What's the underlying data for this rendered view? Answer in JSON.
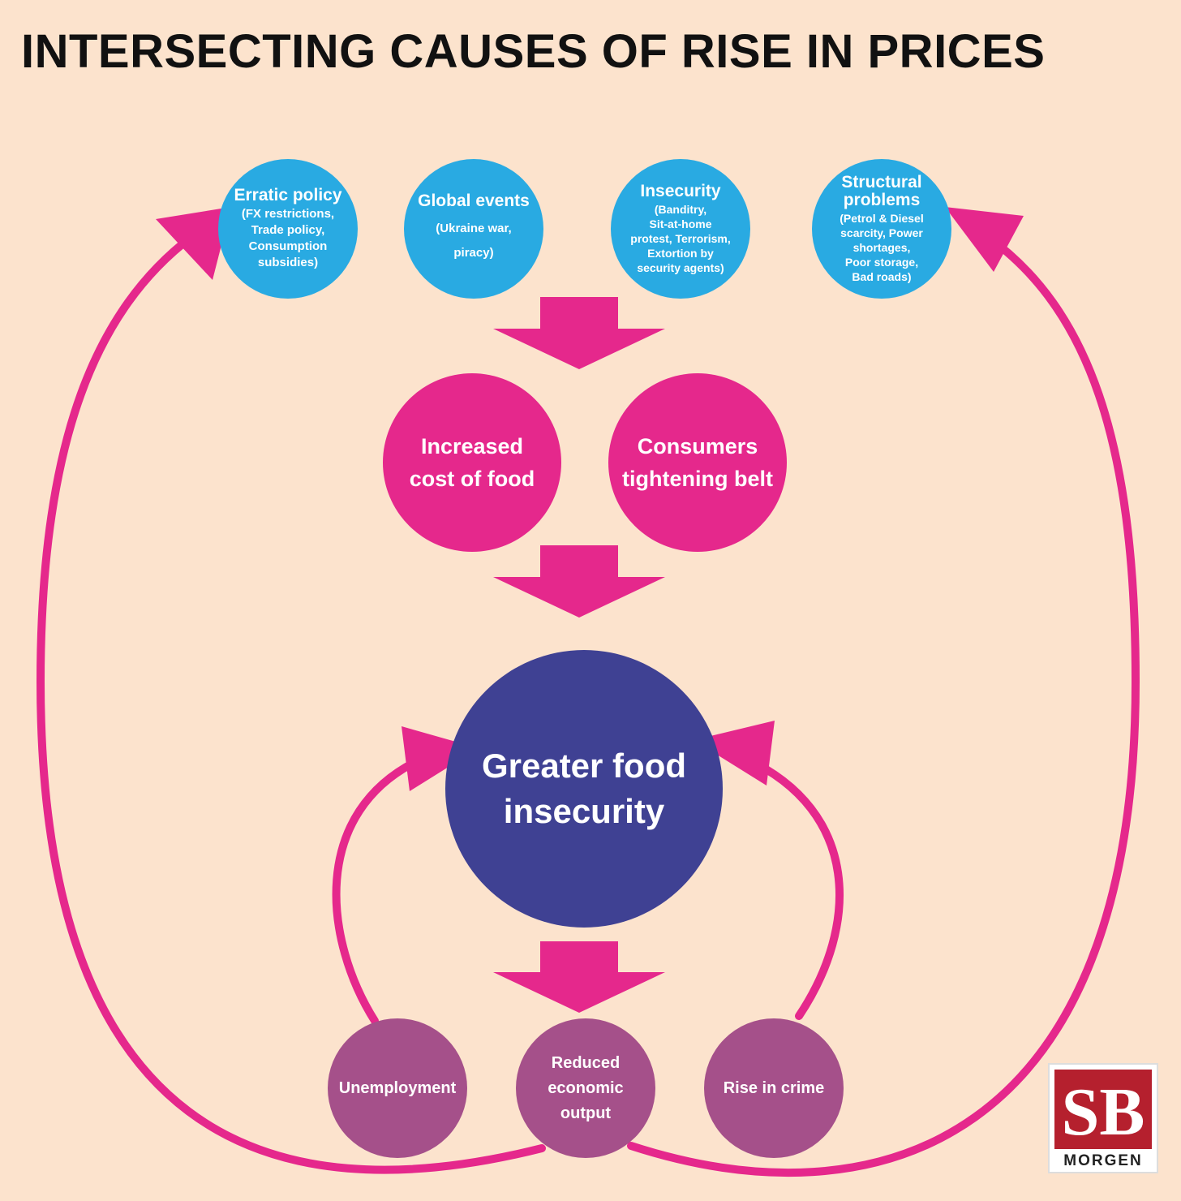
{
  "title": "INTERSECTING CAUSES OF RISE IN PRICES",
  "colors": {
    "background": "#fce3cd",
    "cause_circle": "#29aae2",
    "effect_circle": "#e5288c",
    "center_circle": "#3f4193",
    "outcome_circle": "#a5508a",
    "arrow": "#e5288c"
  },
  "causes": [
    {
      "heading": "Erratic policy",
      "lines": [
        "(FX restrictions,",
        "Trade policy,",
        "Consumption",
        "subsidies)"
      ]
    },
    {
      "heading": "Global events",
      "lines": [
        "(Ukraine war,",
        "piracy)"
      ]
    },
    {
      "heading": "Insecurity",
      "lines": [
        "(Banditry,",
        "Sit-at-home",
        "protest, Terrorism,",
        "Extortion by",
        "security agents)"
      ]
    },
    {
      "heading": "Structural problems",
      "lines": [
        "(Petrol & Diesel",
        "scarcity, Power",
        "shortages,",
        "Poor storage,",
        "Bad roads)"
      ]
    }
  ],
  "effects": [
    {
      "lines": [
        "Increased",
        "cost of food"
      ]
    },
    {
      "lines": [
        "Consumers",
        "tightening belt"
      ]
    }
  ],
  "center": {
    "lines": [
      "Greater food",
      "insecurity"
    ]
  },
  "outcomes": [
    {
      "lines": [
        "Unemployment"
      ]
    },
    {
      "lines": [
        "Reduced",
        "economic",
        "output"
      ]
    },
    {
      "lines": [
        "Rise in crime"
      ]
    }
  ],
  "logo": {
    "monogram": "SB",
    "name": "MORGEN"
  }
}
